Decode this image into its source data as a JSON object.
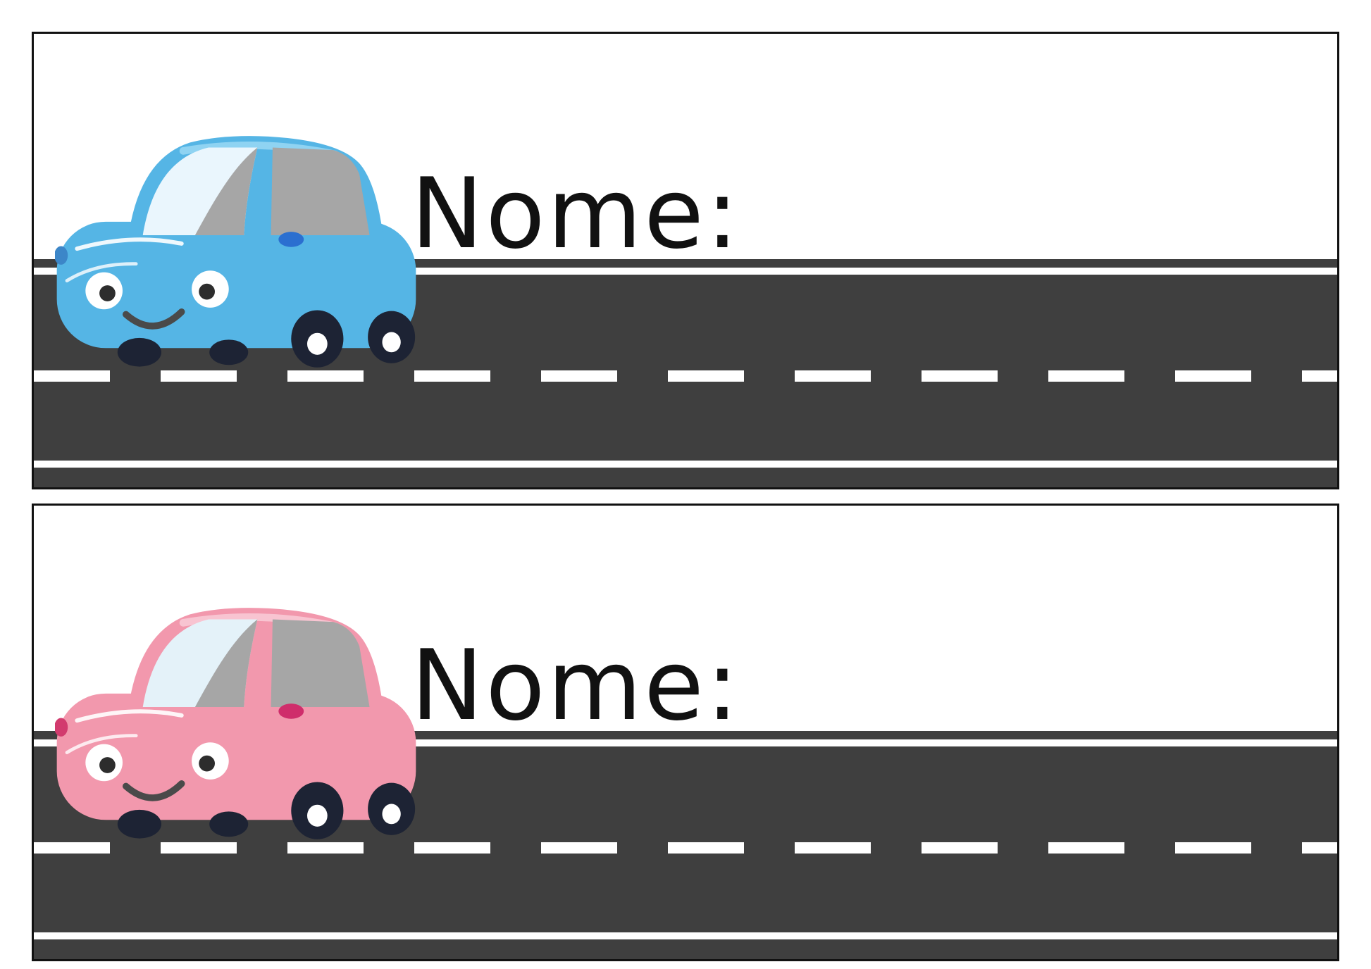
{
  "page": {
    "background": "#ffffff",
    "border_color": "#111111",
    "text_color": "#111111"
  },
  "road": {
    "asphalt": "#3f3f3f",
    "line_color": "#ffffff"
  },
  "cards": [
    {
      "label": "Nome:",
      "car": "blue-car",
      "car_colors": {
        "body": "#55b5e5",
        "roof-hi": "#8fd3f2",
        "glass-light": "#eaf6fd",
        "glass-gray": "#a6a6a6",
        "headlight": "#3c86c8",
        "accent": "#2b6fd0",
        "tire": "#1d2334",
        "hub": "#ffffff",
        "eye": "#ffffff",
        "pupil": "#2d2d2d",
        "smile": "#4a4a4a",
        "highlight": "#ffffff"
      }
    },
    {
      "label": "Nome:",
      "car": "pink-car",
      "car_colors": {
        "body": "#f298ad",
        "roof-hi": "#f8c4d1",
        "glass-light": "#e4f2f9",
        "glass-gray": "#a6a6a6",
        "headlight": "#d23b6e",
        "accent": "#cf2d6b",
        "tire": "#1d2334",
        "hub": "#ffffff",
        "eye": "#ffffff",
        "pupil": "#2d2d2d",
        "smile": "#4a4a4a",
        "highlight": "#ffffff"
      }
    }
  ]
}
